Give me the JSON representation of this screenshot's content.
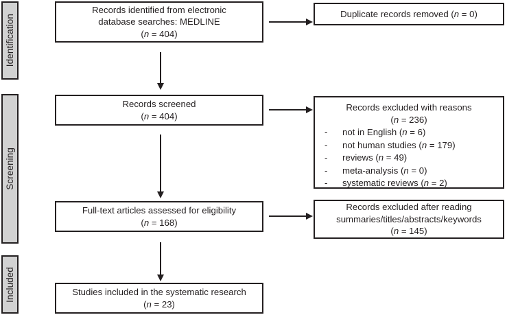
{
  "figure": {
    "type": "prisma-flow-diagram",
    "colors": {
      "band_fill": "#d2d2d2",
      "box_fill": "#ffffff",
      "stroke": "#231f20"
    }
  },
  "phases": [
    {
      "label": "Identification"
    },
    {
      "label": "Screening"
    },
    {
      "label": "Included"
    }
  ],
  "boxes": {
    "identified": {
      "line1": "Records identified from electronic",
      "line2": "database searches: MEDLINE",
      "count_prefix": "(",
      "count_n": "n",
      "count_value": " = 404)"
    },
    "duplicates": {
      "line1_pre": "Duplicate records removed (",
      "line1_n": "n",
      "line1_post": " = 0)"
    },
    "screened": {
      "line1": "Records screened",
      "count_prefix": "(",
      "count_n": "n",
      "count_value": " = 404)"
    },
    "excluded_reasons": {
      "heading": "Records excluded with reasons",
      "heading_count_prefix": "(",
      "heading_count_n": "n",
      "heading_count_value": " = 236)",
      "bullet_marker": "-",
      "items": [
        {
          "text": "not in English (",
          "n": "n",
          "value": " = 6)"
        },
        {
          "text": "not human studies (",
          "n": "n",
          "value": " = 179)"
        },
        {
          "text": "reviews (",
          "n": "n",
          "value": " = 49)"
        },
        {
          "text": "meta-analysis (",
          "n": "n",
          "value": " = 0)"
        },
        {
          "text": "systematic reviews (",
          "n": "n",
          "value": " = 2)"
        }
      ]
    },
    "fulltext": {
      "line1": "Full-text articles assessed for eligibility",
      "count_prefix": "(",
      "count_n": "n",
      "count_value": " = 168)"
    },
    "excluded_reading": {
      "line1": "Records excluded after reading",
      "line2": "summaries/titles/abstracts/keywords",
      "count_prefix": "(",
      "count_n": "n",
      "count_value": " = 145)"
    },
    "included": {
      "line1": "Studies included in the systematic research",
      "count_prefix": "(",
      "count_n": "n",
      "count_value": " = 23)"
    }
  },
  "chart_data": {
    "type": "diagram",
    "title": "PRISMA flow diagram",
    "nodes": [
      {
        "id": "identified",
        "stage": "Identification",
        "label": "Records identified from electronic database searches: MEDLINE",
        "n": 404
      },
      {
        "id": "duplicates",
        "stage": "Identification",
        "label": "Duplicate records removed",
        "n": 0
      },
      {
        "id": "screened",
        "stage": "Screening",
        "label": "Records screened",
        "n": 404
      },
      {
        "id": "excluded_reasons",
        "stage": "Screening",
        "label": "Records excluded with reasons",
        "n": 236,
        "breakdown": [
          {
            "reason": "not in English",
            "n": 6
          },
          {
            "reason": "not human studies",
            "n": 179
          },
          {
            "reason": "reviews",
            "n": 49
          },
          {
            "reason": "meta-analysis",
            "n": 0
          },
          {
            "reason": "systematic reviews",
            "n": 2
          }
        ]
      },
      {
        "id": "fulltext",
        "stage": "Screening",
        "label": "Full-text articles assessed for eligibility",
        "n": 168
      },
      {
        "id": "excluded_reading",
        "stage": "Screening",
        "label": "Records excluded after reading summaries/titles/abstracts/keywords",
        "n": 145
      },
      {
        "id": "included",
        "stage": "Included",
        "label": "Studies included in the systematic research",
        "n": 23
      }
    ],
    "edges": [
      {
        "from": "identified",
        "to": "duplicates",
        "direction": "right"
      },
      {
        "from": "identified",
        "to": "screened",
        "direction": "down"
      },
      {
        "from": "screened",
        "to": "excluded_reasons",
        "direction": "right"
      },
      {
        "from": "screened",
        "to": "fulltext",
        "direction": "down"
      },
      {
        "from": "fulltext",
        "to": "excluded_reading",
        "direction": "right"
      },
      {
        "from": "fulltext",
        "to": "included",
        "direction": "down"
      }
    ]
  }
}
